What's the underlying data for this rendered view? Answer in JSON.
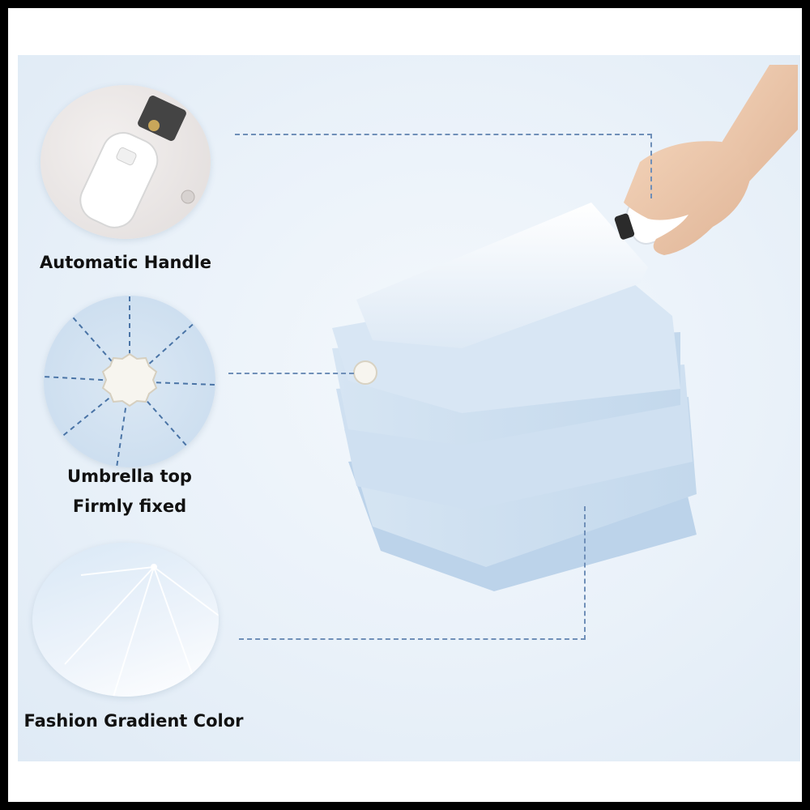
{
  "features": [
    {
      "id": "handle",
      "label": "Automatic Handle",
      "icon": "umbrella-handle-icon"
    },
    {
      "id": "top",
      "label_lines": [
        "Umbrella top",
        "Firmly fixed"
      ],
      "icon": "umbrella-top-cap-icon"
    },
    {
      "id": "gradient",
      "label": "Fashion Gradient Color",
      "icon": "open-umbrella-canopy-icon"
    }
  ],
  "colors": {
    "canopy": "#c9dcef",
    "canopy_light": "#e2edf8",
    "handle": "#ffffff",
    "dash": "#6f8fb8",
    "background": "#e9f1f9"
  },
  "product": {
    "icon": "folded-umbrella-in-hand-icon"
  }
}
